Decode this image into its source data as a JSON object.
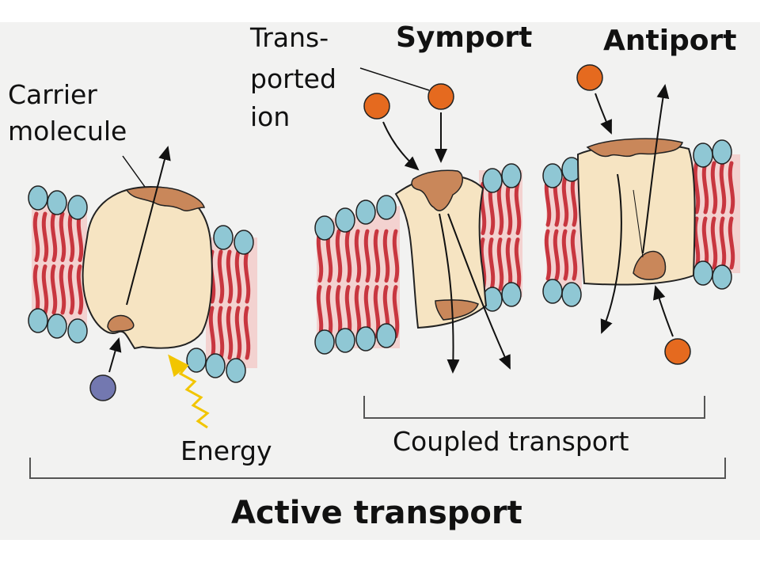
{
  "labels": {
    "carrier_molecule": [
      "Carrier",
      "molecule"
    ],
    "transported_ion": [
      "Trans-",
      "ported",
      "ion"
    ],
    "symport": "Symport",
    "antiport": "Antiport",
    "energy": "Energy",
    "coupled_transport": "Coupled transport",
    "active_transport": "Active transport"
  },
  "colors": {
    "background": "#f2f2f1",
    "lipid_head": "#8fc7d4",
    "lipid_tail": "#c8363f",
    "membrane_core": "#f3d2d0",
    "protein_body": "#f6e4c2",
    "binding_site": "#c9875a",
    "ion_orange": "#e56a1f",
    "ion_blue": "#7378b0",
    "energy_arrow": "#f2c500"
  }
}
